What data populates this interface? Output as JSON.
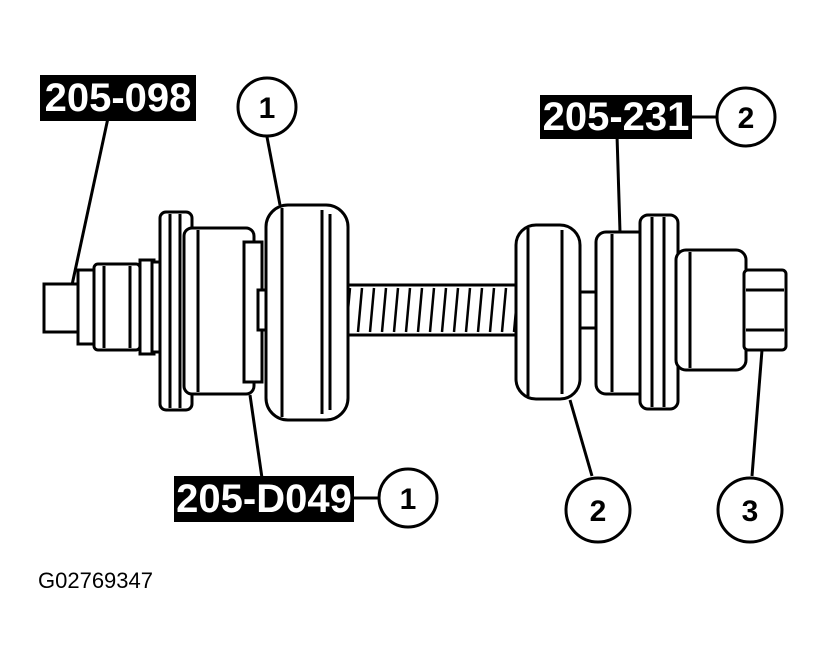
{
  "tool_labels": {
    "remover": "205-098",
    "receiver": "205-231",
    "adapter": "205-D049"
  },
  "callouts": {
    "top_left": "1",
    "top_right": "2",
    "bottom_left": "1",
    "bottom_middle": "2",
    "bottom_right": "3"
  },
  "figure_id": "G02769347",
  "colors": {
    "ink": "#000000",
    "paper": "#ffffff"
  }
}
